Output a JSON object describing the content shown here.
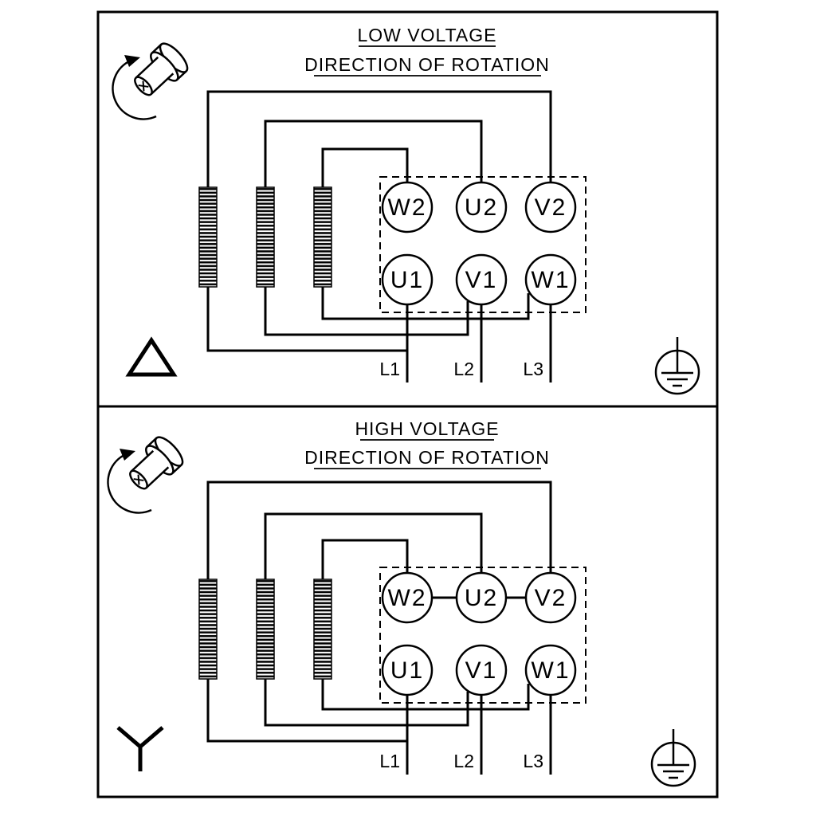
{
  "diagram": {
    "type": "motor-terminal-wiring-diagram",
    "colors": {
      "line": "#000000",
      "background": "#ffffff"
    },
    "panels": [
      {
        "name": "low-voltage",
        "title": "LOW VOLTAGE",
        "subtitle": "DIRECTION OF ROTATION",
        "winding_connection": "delta",
        "terminals_top": [
          "W2",
          "U2",
          "V2"
        ],
        "terminals_bottom": [
          "U1",
          "V1",
          "W1"
        ],
        "supply_lines": [
          "L1",
          "L2",
          "L3"
        ]
      },
      {
        "name": "high-voltage",
        "title": "HIGH VOLTAGE",
        "subtitle": "DIRECTION OF ROTATION",
        "winding_connection": "star",
        "terminals_top": [
          "W2",
          "U2",
          "V2"
        ],
        "terminals_bottom": [
          "U1",
          "V1",
          "W1"
        ],
        "supply_lines": [
          "L1",
          "L2",
          "L3"
        ]
      }
    ],
    "icons": {
      "rotation_direction": "shaft-end-with-counterclockwise-arrow",
      "earth": "protective-earth-ground",
      "delta": "delta-connection-symbol",
      "star": "star-connection-symbol"
    }
  }
}
